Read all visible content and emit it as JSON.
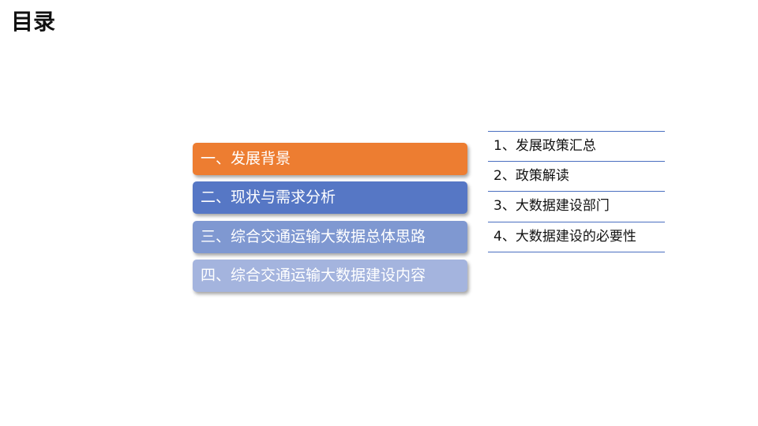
{
  "title": "目录",
  "sections": [
    "一、发展背景",
    "二、现状与需求分析",
    "三、综合交通运输大数据总体思路",
    "四、综合交通运输大数据建设内容"
  ],
  "subsections": [
    "1、发展政策汇总",
    "2、政策解读",
    "3、大数据建设部门",
    "4、大数据建设的必要性"
  ],
  "colors": {
    "active": "#ED7D31",
    "section2": "#5677C5",
    "section3": "#7F98D1",
    "section4": "#A4B4DE",
    "divider": "#4A6FC0"
  }
}
